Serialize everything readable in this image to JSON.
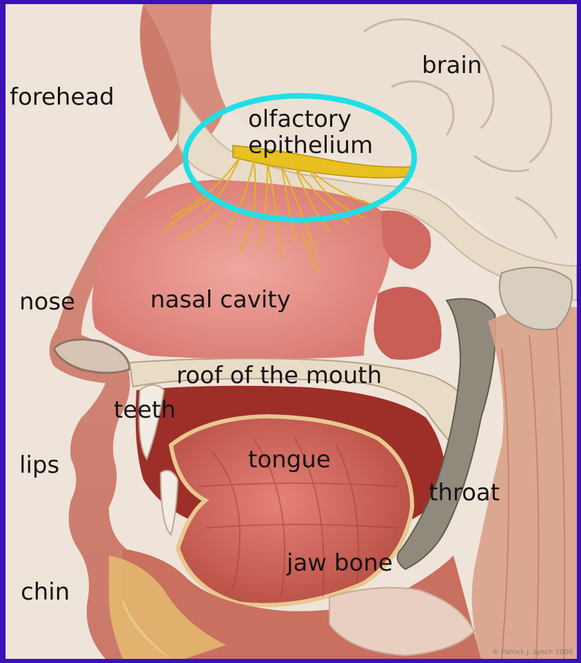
{
  "labels": {
    "forehead": "forehead",
    "brain": "brain",
    "olfactory": "olfactory\nepithelium",
    "nose": "nose",
    "nasal_cavity": "nasal cavity",
    "roof": "roof of the mouth",
    "teeth": "teeth",
    "lips": "lips",
    "tongue": "tongue",
    "throat": "throat",
    "jaw": "jaw bone",
    "chin": "chin"
  },
  "credit": "© Patrick J. Lynch 2006",
  "colors": {
    "frame": "#3a10b8",
    "highlight_ellipse": "#1fe0e6",
    "nerve": "#e8c020",
    "tissue": "#d47a70",
    "cavity": "#e59a94",
    "bone": "#e8dcc8"
  }
}
